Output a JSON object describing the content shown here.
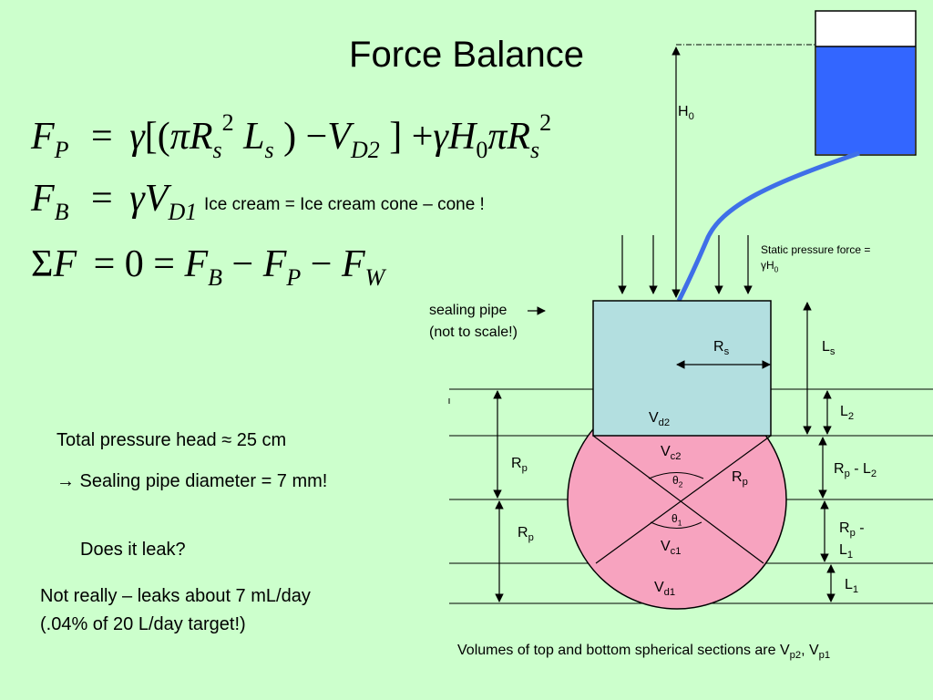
{
  "title": "Force Balance",
  "equations": {
    "fp": {
      "F": "F",
      "P": "P",
      "eq": "=",
      "gamma": "γ",
      "open": "[(",
      "pi": "π",
      "R": "R",
      "s": "s",
      "two": "2",
      "L": "L",
      "close": ")",
      "minus": "−",
      "V": "V",
      "D2": "D2",
      "bclose": "]",
      "plus": "+",
      "H": "H",
      "zero": "0"
    },
    "fb": {
      "F": "F",
      "B": "B",
      "eq": "=",
      "gamma": "γ",
      "V": "V",
      "D1": "D1"
    },
    "sum": {
      "sigma": "Σ",
      "F": "F",
      "eq": "=",
      "zero": "0",
      "B": "B",
      "minus": "−",
      "P": "P",
      "W": "W"
    }
  },
  "ice_cream_note": "Ice cream = Ice cream cone – cone !",
  "text": {
    "total_head": "Total pressure head ≈ 25 cm",
    "pipe_diameter": "→ Sealing pipe diameter = 7 mm!",
    "question": "Does it leak?",
    "answer_line1": "Not really – leaks about 7 mL/day",
    "answer_line2": "(.04% of 20 L/day target!)"
  },
  "diagram": {
    "h0_main": "H",
    "h0_sub": "0",
    "static_line1": "Static pressure force =",
    "static_line2_main": "γH",
    "static_line2_sub": "0",
    "sealing_line1": "sealing pipe",
    "sealing_line2": "(not to scale!)",
    "rs_main": "R",
    "rs_sub": "s",
    "ls_main": "L",
    "ls_sub": "s",
    "l2_main": "L",
    "l2_sub": "2",
    "vd2_main": "V",
    "vd2_sub": "d2",
    "vc2_main": "V",
    "vc2_sub": "c2",
    "theta2_main": "θ",
    "theta2_sub": "2",
    "rp_right_main": "R",
    "rp_right_sub": "p",
    "rp_top_left_main": "R",
    "rp_top_left_sub": "p",
    "rp_bot_left_main": "R",
    "rp_bot_left_sub": "p",
    "rpl2_a": "R",
    "rpl2_b": "p",
    "rpl2_c": " - L",
    "rpl2_d": "2",
    "theta1_main": "θ",
    "theta1_sub": "1",
    "vc1_main": "V",
    "vc1_sub": "c1",
    "rpl1_a": "R",
    "rpl1_b": "p",
    "rpl1_c": " -",
    "rpl1_d": "L",
    "rpl1_e": "1",
    "vd1_main": "V",
    "vd1_sub": "d1",
    "l1_main": "L",
    "l1_sub": "1",
    "volumes_text": "Volumes of top and bottom spherical sections are V",
    "vp2_sub": "p2",
    "comma": ", ",
    "vp1_main": "V",
    "vp1_sub": "p1"
  },
  "colors": {
    "background": "#ccffcc",
    "water": "#3366ff",
    "tube": "#3f6fe8",
    "pipe_fill": "#b3dfe0",
    "sphere_fill": "#f7a3bf"
  }
}
